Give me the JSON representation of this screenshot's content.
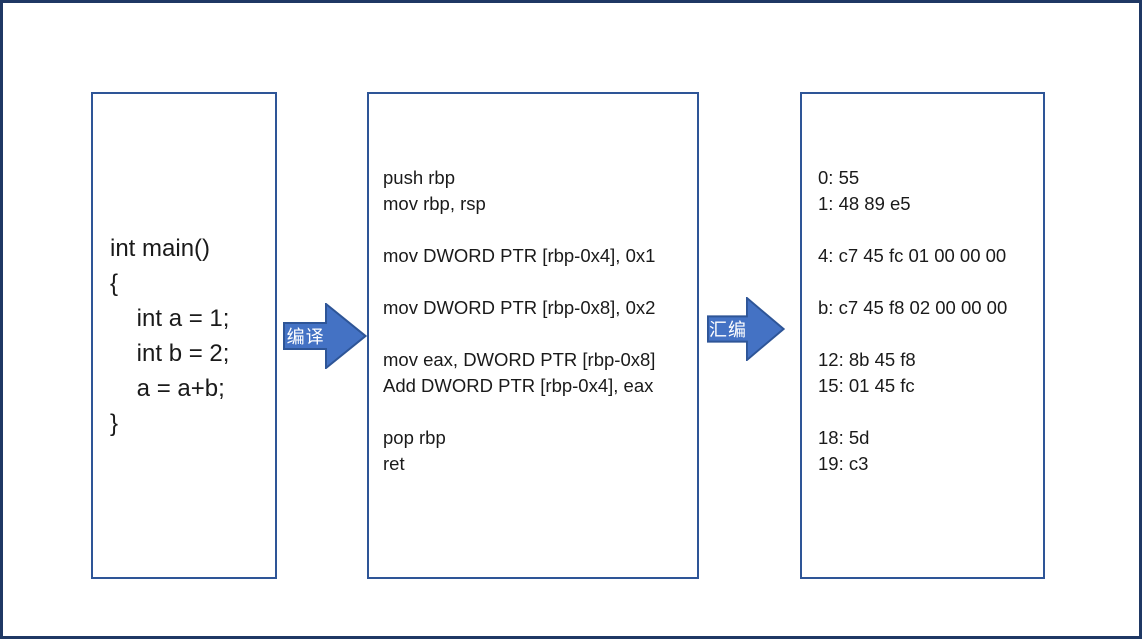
{
  "colors": {
    "frame_border": "#1F3864",
    "box_border": "#2E5597",
    "arrow_fill": "#4472C4",
    "arrow_border": "#2E5597",
    "text": "#1a1a1a",
    "arrow_text": "#ffffff"
  },
  "boxes": {
    "source_code": {
      "lines": [
        "int main()",
        "{",
        "    int a = 1;",
        "    int b = 2;",
        "    a = a+b;",
        "}"
      ]
    },
    "assembly": {
      "lines": [
        "push rbp",
        "mov rbp, rsp",
        "",
        "mov DWORD PTR [rbp-0x4], 0x1",
        "",
        "mov DWORD PTR [rbp-0x8], 0x2",
        "",
        "mov eax, DWORD PTR [rbp-0x8]",
        "Add DWORD PTR [rbp-0x4], eax",
        "",
        "pop rbp",
        "ret"
      ]
    },
    "machine_code": {
      "lines": [
        "0: 55",
        "1: 48 89 e5",
        "",
        "4: c7 45 fc 01 00 00 00",
        "",
        "b: c7 45 f8 02 00 00 00",
        "",
        "12: 8b 45 f8",
        "15: 01 45 fc",
        "",
        "18: 5d",
        "19: c3"
      ]
    }
  },
  "arrows": {
    "compile": {
      "label": "编译"
    },
    "assemble": {
      "label": "汇编"
    }
  }
}
